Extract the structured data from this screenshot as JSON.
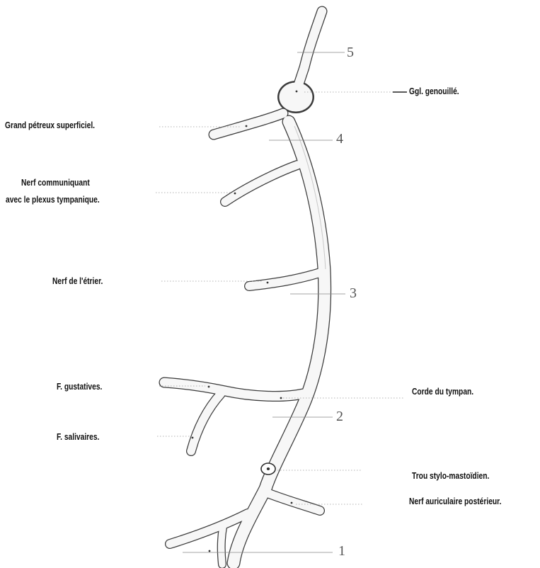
{
  "labels": {
    "grand_petreux": "Grand pétreux superficiel.",
    "nerf_communiquant_line1": "Nerf communiquant",
    "nerf_communiquant_line2": "avec le plexus tympanique.",
    "nerf_etrier": "Nerf de l'étrier.",
    "f_gustatives": "F. gustatives.",
    "f_salivaires": "F. salivaires.",
    "ggl_genouille": "Ggl. genouillé.",
    "corde_tympan": "Corde du tympan.",
    "trou_stylo": "Trou stylo-mastoïdien.",
    "nerf_auriculaire": "Nerf auriculaire postérieur."
  },
  "numbers": {
    "n1": "1",
    "n2": "2",
    "n3": "3",
    "n4": "4",
    "n5": "5"
  },
  "colors": {
    "nerve_outline": "#3b3b3b",
    "nerve_fill": "#f7f7f7",
    "text": "#111111",
    "number_text": "#555555"
  }
}
